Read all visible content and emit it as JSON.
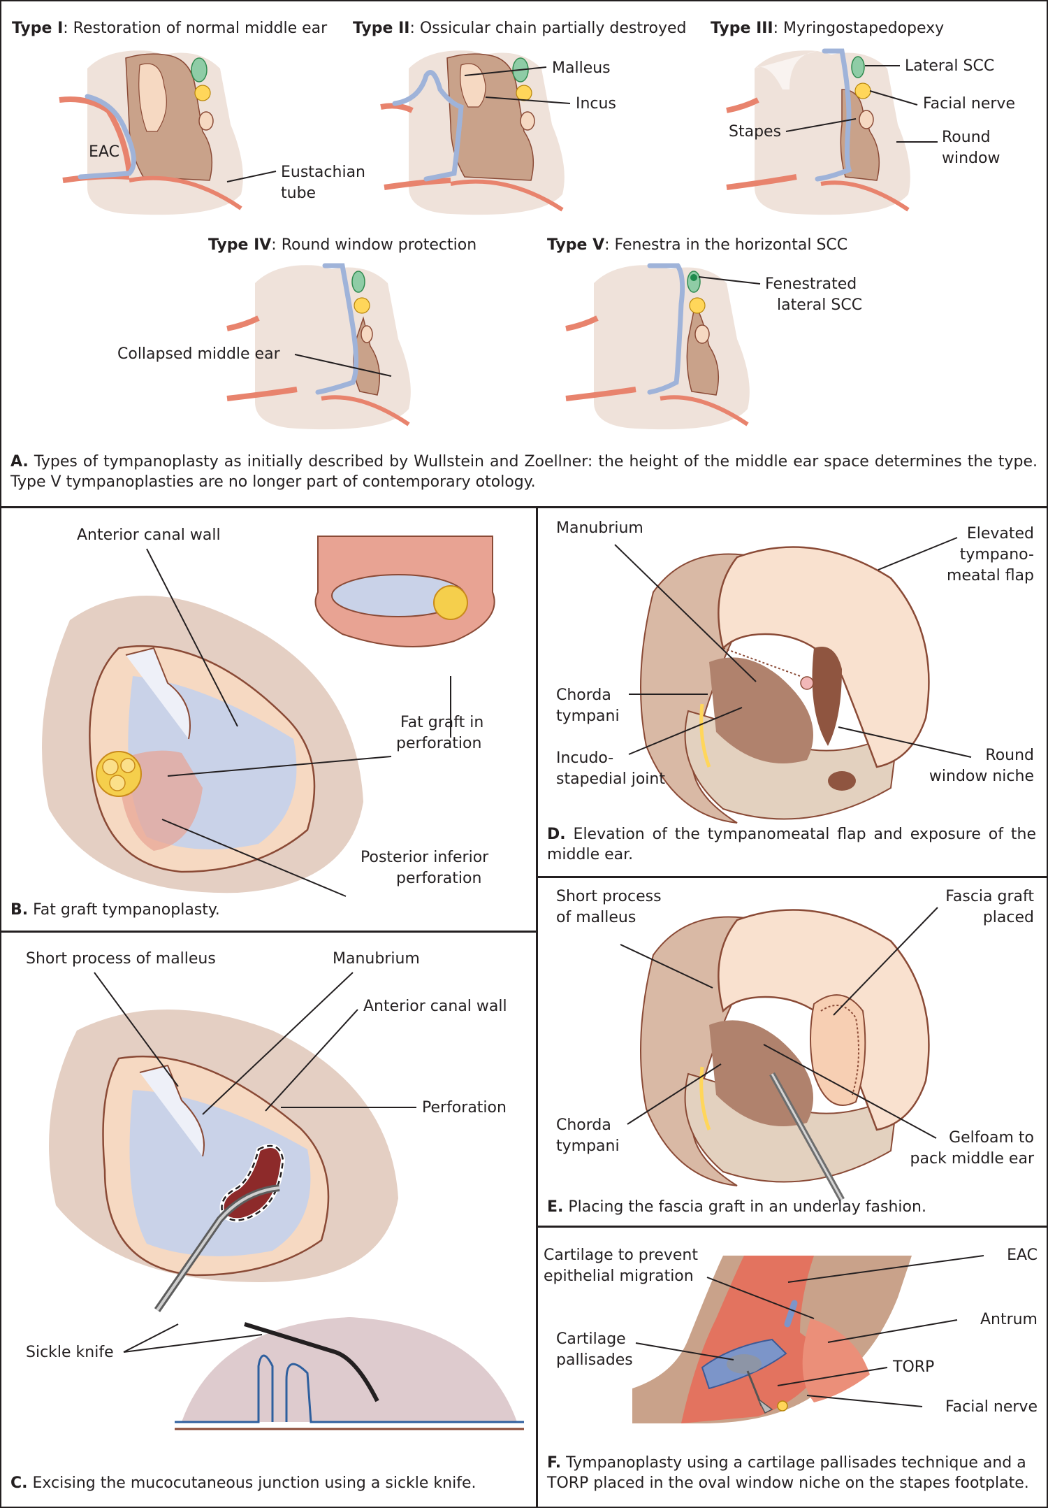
{
  "figure": {
    "panel_a": {
      "types": [
        {
          "label": "Type I",
          "title": "Restoration of normal middle ear",
          "annotations": [
            "EAC",
            "Eustachian",
            "tube"
          ]
        },
        {
          "label": "Type II",
          "title": "Ossicular chain partially destroyed",
          "annotations": [
            "Malleus",
            "Incus"
          ]
        },
        {
          "label": "Type III",
          "title": "Myringostapedopexy",
          "annotations": [
            "Lateral SCC",
            "Facial nerve",
            "Stapes",
            "Round",
            "window"
          ]
        },
        {
          "label": "Type IV",
          "title": "Round window protection",
          "annotations": [
            "Collapsed middle ear"
          ]
        },
        {
          "label": "Type V",
          "title": "Fenestra in the horizontal SCC",
          "annotations": [
            "Fenestrated",
            "lateral SCC"
          ]
        }
      ],
      "caption_letter": "A.",
      "caption_text": "Types of tympanoplasty as initially described by Wullstein and Zoellner: the height of the middle ear space determines the type. Type V tympanoplasties are no longer part of contemporary otology."
    },
    "panel_b": {
      "annotations": [
        "Anterior canal wall",
        "Fat graft in",
        "perforation",
        "Posterior inferior",
        "perforation"
      ],
      "caption_letter": "B.",
      "caption_text": "Fat graft tympanoplasty."
    },
    "panel_c": {
      "annotations": [
        "Short process of malleus",
        "Manubrium",
        "Anterior canal wall",
        "Perforation",
        "Sickle knife"
      ],
      "caption_letter": "C.",
      "caption_text": "Excising the mucocutaneous junction using a sickle knife."
    },
    "panel_d": {
      "annotations": [
        "Manubrium",
        "Elevated",
        "tympano-",
        "meatal flap",
        "Chorda",
        "tympani",
        "Incudo-",
        "stapedial joint",
        "Round",
        "window niche"
      ],
      "caption_letter": "D.",
      "caption_text": "Elevation of the tympanomeatal flap and exposure of the middle ear."
    },
    "panel_e": {
      "annotations": [
        "Short process",
        "of malleus",
        "Fascia graft",
        "placed",
        "Chorda",
        "tympani",
        "Gelfoam to",
        "pack middle ear"
      ],
      "caption_letter": "E.",
      "caption_text": "Placing the fascia graft in an underlay fashion."
    },
    "panel_f": {
      "annotations": [
        "Cartilage to prevent",
        "epithelial migration",
        "EAC",
        "Cartilage",
        "pallisades",
        "Antrum",
        "TORP",
        "Facial nerve"
      ],
      "caption_letter": "F.",
      "caption_text": "Tympanoplasty using a cartilage pallisades technique and a TORP placed in the oval window niche on the stapes footplate."
    }
  },
  "colors": {
    "border": "#231f20",
    "bone": "#efe2da",
    "bone_spots": "#c9a594",
    "middle_ear": "#c9a28a",
    "ossicle": "#f6d9c2",
    "skin": "#e8836d",
    "graft": "#9fb3d9",
    "scc": "#8fcca6",
    "facial_nerve": "#ffd65a",
    "drum": "#c9d2e8",
    "fat": "#f5cf4c",
    "perforation": "#8d2a2a"
  }
}
